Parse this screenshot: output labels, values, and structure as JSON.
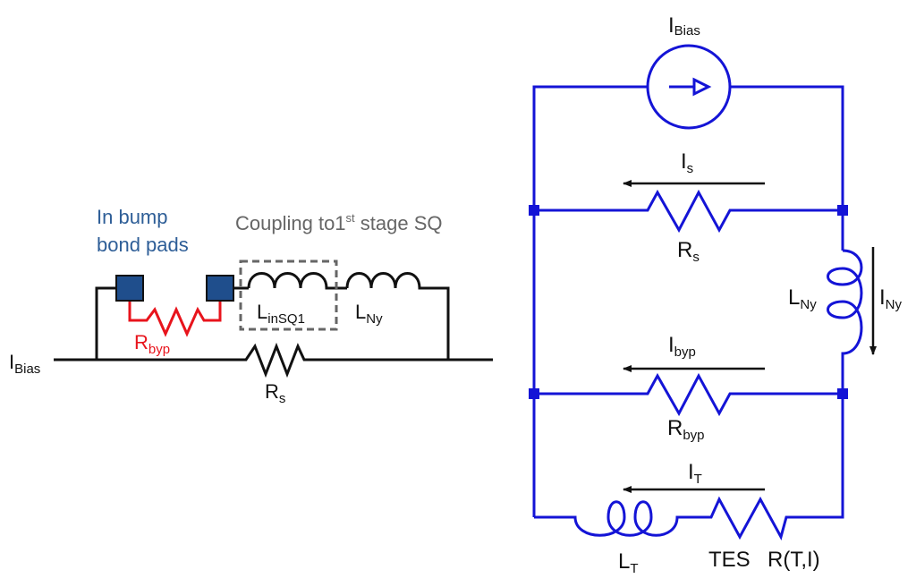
{
  "colors": {
    "left_wire": "#111111",
    "bypass_resistor": "#e8141c",
    "bond_pad_fill": "#1f4e8c",
    "pad_label": "#2e5e97",
    "coupling_label": "#666666",
    "coupling_box": "#666666",
    "right_circuit": "#1414d6",
    "current_arrow": "#111111"
  },
  "left_circuit": {
    "pad_label_line1": "In bump",
    "pad_label_line2": "bond pads",
    "coupling_label_pre": "Coupling to1",
    "coupling_label_sup": "st",
    "coupling_label_post": " stage SQ",
    "ibias": {
      "main": "I",
      "sub": "Bias"
    },
    "rbyp": {
      "main": "R",
      "sub": "byp"
    },
    "linsq1": {
      "main": "L",
      "sub": "inSQ1"
    },
    "lny": {
      "main": "L",
      "sub": "Ny"
    },
    "rs": {
      "main": "R",
      "sub": "s"
    }
  },
  "right_circuit": {
    "ibias": {
      "main": "I",
      "sub": "Bias"
    },
    "is": {
      "main": "I",
      "sub": "s"
    },
    "rs": {
      "main": "R",
      "sub": "s"
    },
    "lny": {
      "main": "L",
      "sub": "Ny"
    },
    "iny": {
      "main": "I",
      "sub": "Ny"
    },
    "ibyp": {
      "main": "I",
      "sub": "byp"
    },
    "rbyp": {
      "main": "R",
      "sub": "byp"
    },
    "it": {
      "main": "I",
      "sub": "T"
    },
    "lt": {
      "main": "L",
      "sub": "T"
    },
    "tes": "TES",
    "rti": "R(T,I)"
  }
}
